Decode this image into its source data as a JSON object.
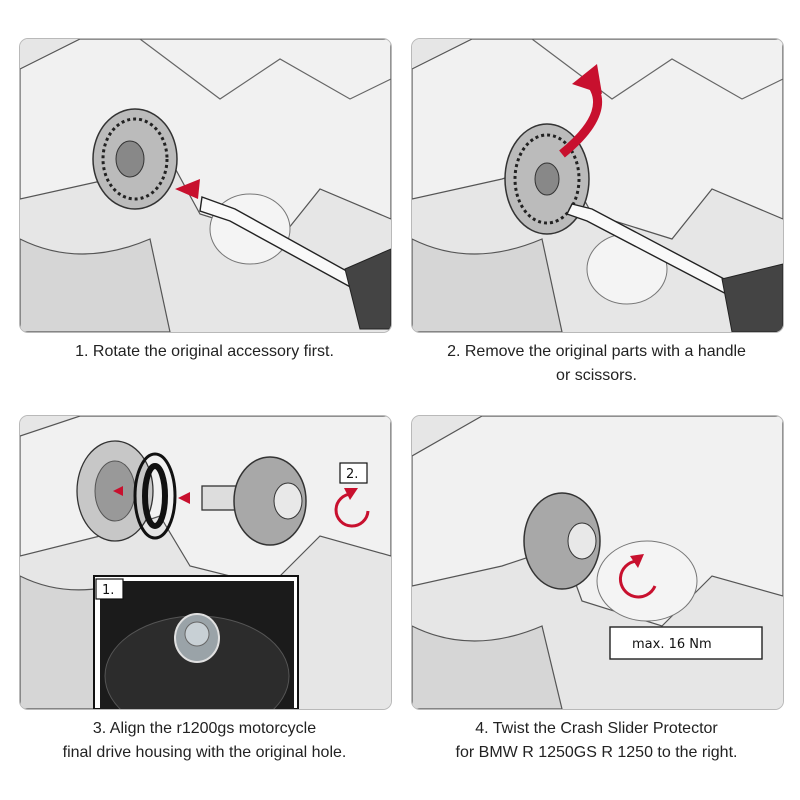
{
  "steps": [
    {
      "caption_line1": "1. Rotate the original accessory first.",
      "caption_line2": ""
    },
    {
      "caption_line1": "2. Remove the original parts with a handle",
      "caption_line2": "or scissors."
    },
    {
      "caption_line1": "3. Align the r1200gs motorcycle",
      "caption_line2": "final drive housing with the original hole."
    },
    {
      "caption_line1": "4. Twist the Crash Slider Protector",
      "caption_line2": "for BMW R 1250GS R 1250 to the right."
    }
  ],
  "inset_labels": {
    "inset_number": "1.",
    "step_number": "2."
  },
  "torque_label": "max. 16 Nm",
  "colors": {
    "arrow_red": "#c8102e",
    "line_dark": "#1a1a1a",
    "panel_bg": "#e9e9e9"
  }
}
